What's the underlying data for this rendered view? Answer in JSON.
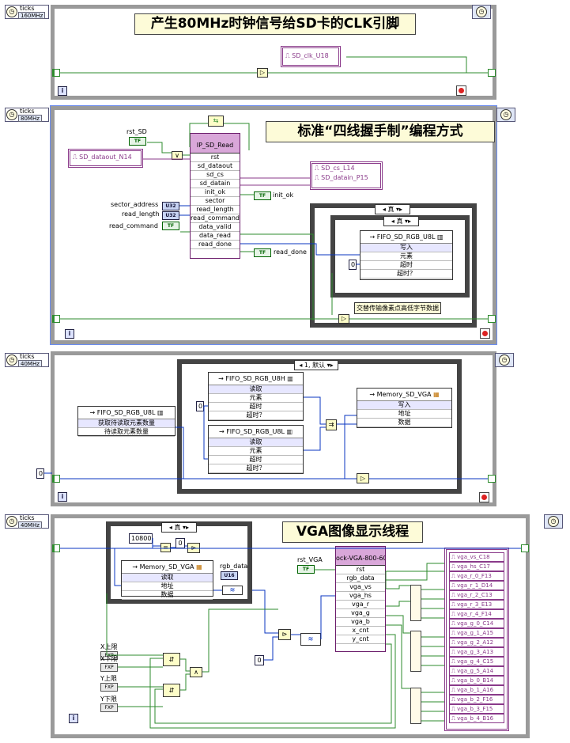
{
  "panel1": {
    "ticks_label": "ticks",
    "freq": "160MHz",
    "title": "产生80MHz时钟信号给SD卡的CLK引脚",
    "clk_out": "SD_clk_U18"
  },
  "panel2": {
    "ticks_label": "ticks",
    "freq": "80MHz",
    "title": "标准“四线握手制”编程方式",
    "rst_label": "rst_SD",
    "dataout_ctl": "SD_dataout_N14",
    "subvi_title": "IP_SD_Read",
    "subvi_ports": [
      "rst",
      "sd_dataout",
      "sd_cs",
      "sd_datain",
      "init_ok",
      "sector",
      "read_length",
      "read_command",
      "data_valid",
      "data_read",
      "read_done"
    ],
    "sector_label": "sector_address",
    "length_label": "read_length",
    "command_label": "read_command",
    "cs_out": "SD_cs_L14",
    "datain_out": "SD_datain_P15",
    "init_ok_ind": "init_ok",
    "read_done_ind": "read_done",
    "outer_case": "真",
    "inner_case": "真",
    "fifo_title": "FIFO_SD_RGB_U8L",
    "fifo_rows": [
      "写入",
      "元素",
      "超时",
      "超时？"
    ],
    "zero": "0",
    "comment": "交替传输像素点高低字节数据",
    "bool_tag": "TF",
    "u32_tag": "U32"
  },
  "panel3": {
    "ticks_label": "ticks",
    "freq": "40MHz",
    "case_label": "1, 默认",
    "fifo_left_title": "FIFO_SD_RGB_U8L",
    "fifo_left_rows": [
      "获取待读取元素数量",
      "待读取元素数量"
    ],
    "fifo_h_title": "FIFO_SD_RGB_U8H",
    "fifo_h_rows": [
      "读取",
      "元素",
      "超时",
      "超时？"
    ],
    "fifo_l_title": "FIFO_SD_RGB_U8L",
    "fifo_l_rows": [
      "读取",
      "元素",
      "超时",
      "超时？"
    ],
    "mem_title": "Memory_SD_VGA",
    "mem_rows": [
      "写入",
      "地址",
      "数据"
    ],
    "zero_a": "0",
    "zero_b": "0"
  },
  "panel4": {
    "ticks_label": "ticks",
    "freq": "40MHz",
    "title": "VGA图像显示线程",
    "case_label": "真",
    "const_10800": "10800",
    "zero_a": "0",
    "zero_b": "0",
    "mem_title": "Memory_SD_VGA",
    "mem_rows": [
      "读取",
      "地址",
      "数据"
    ],
    "rgb_label": "rgb_data",
    "u16_tag": "U16",
    "rst_label": "rst_VGA",
    "vga_title": "ock-VGA-800-60",
    "vga_ports": [
      "rst",
      "rgb_data",
      "vga_vs",
      "vga_hs",
      "vga_r",
      "vga_g",
      "vga_b",
      "x_cnt",
      "y_cnt"
    ],
    "limits": [
      "X上限",
      "X下限",
      "Y上限",
      "Y下限"
    ],
    "fxp_tag": "FXP",
    "outputs": [
      "vga_vs_C18",
      "vga_hs_C17",
      "vga_r_0_F13",
      "vga_r_1_D14",
      "vga_r_2_C13",
      "vga_r_3_E13",
      "vga_r_4_F14",
      "vga_g_0_C14",
      "vga_g_1_A15",
      "vga_g_2_A12",
      "vga_g_3_A13",
      "vga_g_4_C15",
      "vga_g_5_A14",
      "vga_b_0_B14",
      "vga_b_1_A16",
      "vga_b_2_F16",
      "vga_b_3_F15",
      "vga_b_4_B16"
    ]
  },
  "colors": {
    "wire_blue": "#0a36c2",
    "wire_green": "#2e8b2e",
    "wire_purple": "#8a3a8a",
    "loop_gray": "#9a9a9a"
  }
}
